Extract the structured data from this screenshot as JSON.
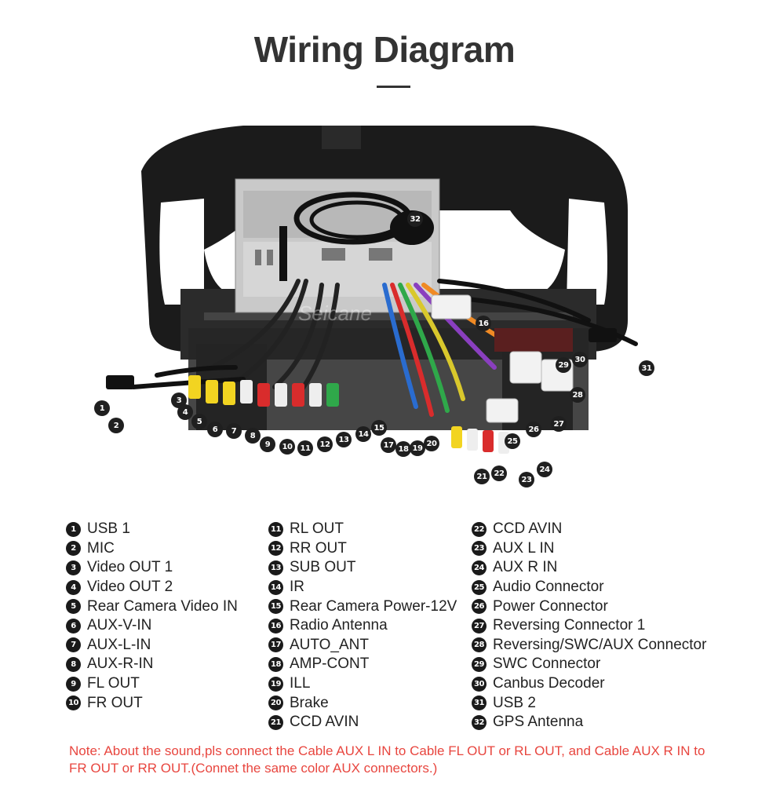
{
  "title": "Wiring Diagram",
  "watermark": "Seicane",
  "callouts": [
    "1",
    "2",
    "3",
    "4",
    "5",
    "6",
    "7",
    "8",
    "9",
    "10",
    "11",
    "12",
    "13",
    "14",
    "15",
    "16",
    "17",
    "18",
    "19",
    "20",
    "21",
    "22",
    "23",
    "24",
    "25",
    "26",
    "27",
    "28",
    "29",
    "30",
    "31",
    "32"
  ],
  "legend": {
    "col1": [
      {
        "num": "1",
        "label": "USB 1"
      },
      {
        "num": "2",
        "label": "MIC"
      },
      {
        "num": "3",
        "label": "Video OUT 1"
      },
      {
        "num": "4",
        "label": "Video OUT 2"
      },
      {
        "num": "5",
        "label": "Rear Camera Video IN"
      },
      {
        "num": "6",
        "label": "AUX-V-IN"
      },
      {
        "num": "7",
        "label": "AUX-L-IN"
      },
      {
        "num": "8",
        "label": "AUX-R-IN"
      },
      {
        "num": "9",
        "label": "FL OUT"
      },
      {
        "num": "10",
        "label": "FR OUT"
      }
    ],
    "col2": [
      {
        "num": "11",
        "label": "RL OUT"
      },
      {
        "num": "12",
        "label": "RR OUT"
      },
      {
        "num": "13",
        "label": "SUB OUT"
      },
      {
        "num": "14",
        "label": "IR"
      },
      {
        "num": "15",
        "label": "Rear Camera Power-12V"
      },
      {
        "num": "16",
        "label": "Radio Antenna"
      },
      {
        "num": "17",
        "label": "AUTO_ANT"
      },
      {
        "num": "18",
        "label": "AMP-CONT"
      },
      {
        "num": "19",
        "label": "ILL"
      },
      {
        "num": "20",
        "label": "Brake"
      },
      {
        "num": "21",
        "label": "CCD AVIN"
      }
    ],
    "col3": [
      {
        "num": "22",
        "label": "CCD AVIN"
      },
      {
        "num": "23",
        "label": "AUX L IN"
      },
      {
        "num": "24",
        "label": "AUX R IN"
      },
      {
        "num": "25",
        "label": "Audio Connector"
      },
      {
        "num": "26",
        "label": "Power Connector"
      },
      {
        "num": "27",
        "label": "Reversing Connector 1"
      },
      {
        "num": "28",
        "label": "Reversing/SWC/AUX Connector"
      },
      {
        "num": "29",
        "label": "SWC Connector"
      },
      {
        "num": "30",
        "label": "Canbus Decoder"
      },
      {
        "num": "31",
        "label": "USB 2"
      },
      {
        "num": "32",
        "label": "GPS Antenna"
      }
    ]
  },
  "note": "Note: About the sound,pls connect the Cable AUX L IN to Cable FL OUT or RL OUT, and Cable AUX R IN to FR OUT or RR OUT.(Connet the same color AUX connectors.)",
  "colors": {
    "note": "#e8463f",
    "title": "#333333",
    "badge": "#1f1f1f"
  }
}
